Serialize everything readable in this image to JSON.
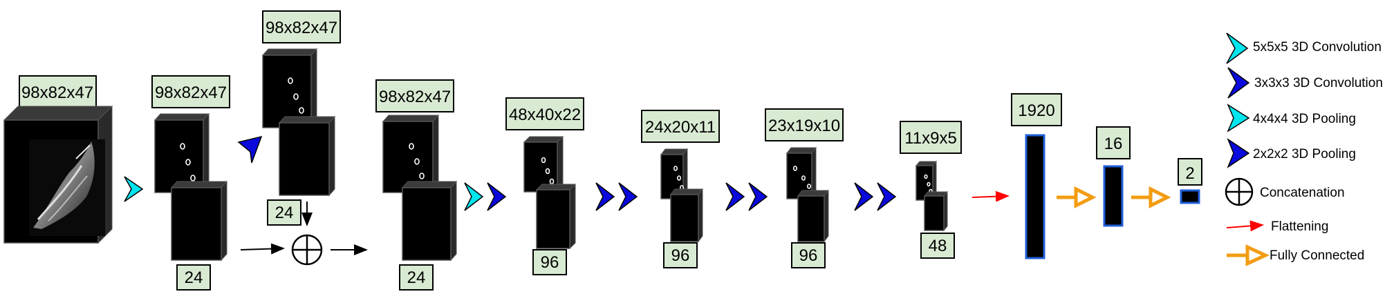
{
  "diagram": {
    "input_label": "98x82x47",
    "block1": {
      "top_label": "98x82x47",
      "bottom_label": "24"
    },
    "branch": {
      "top_label": "98x82x47",
      "bottom_label": "24"
    },
    "block2": {
      "top_label": "98x82x47",
      "bottom_label": "24"
    },
    "block3": {
      "top_label": "48x40x22",
      "bottom_label": "96"
    },
    "block4": {
      "top_label": "24x20x11",
      "bottom_label": "96"
    },
    "block5": {
      "top_label": "23x19x10",
      "bottom_label": "96"
    },
    "block6": {
      "top_label": "11x9x5",
      "bottom_label": "48"
    },
    "fc1_label": "1920",
    "fc2_label": "16",
    "fc3_label": "2"
  },
  "legend": {
    "conv5": "5x5x5 3D Convolution",
    "conv3": "3x3x3 3D Convolution",
    "pool4": "4x4x4 3D Pooling",
    "pool2": "2x2x2 3D Pooling",
    "concat": "Concatenation",
    "flatten": "Flattening",
    "fully_connected": "Fully Connected"
  },
  "colors": {
    "label_fill": "#d9ead3",
    "cyan_arrow": "#00e5ee",
    "blue_arrow": "#0a0adc",
    "flatten_arrow": "#ff0000",
    "fc_arrow": "#f39c12",
    "bar_border": "#1f5fd8"
  }
}
